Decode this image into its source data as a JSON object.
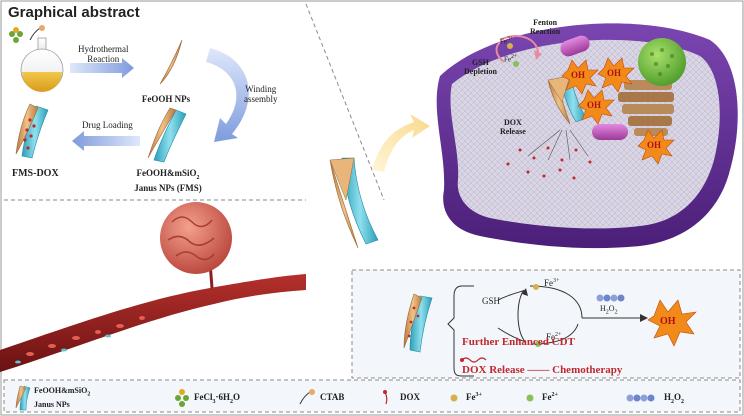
{
  "header": {
    "title": "Graphical abstract"
  },
  "synthesis": {
    "hydrothermal_line1": "Hydrothermal",
    "hydrothermal_line2": "Reaction",
    "feooh": "FeOOH NPs",
    "winding_line1": "Winding",
    "winding_line2": "assembly",
    "drug_loading": "Drug Loading",
    "fms_line1": "FeOOH&mSiO",
    "fms_sub": "2",
    "fms_line2": "Janus NPs (FMS)",
    "fms_dox": "FMS-DOX"
  },
  "cell": {
    "fenton_line1": "Fenton",
    "fenton_line2": "Reaction",
    "gsh_line1": "GSH",
    "gsh_line2": "Depletion",
    "dox_line1": "DOX",
    "dox_line2": "Release",
    "oh": "OH",
    "fe3": "Fe",
    "fe3_sup": "3+",
    "fe2": "Fe",
    "fe2_sup": "2+"
  },
  "mechanism": {
    "gsh": "GSH",
    "fe": "Fe",
    "fe3_sup": "3+",
    "fe2_sup": "2+",
    "h2o2": "H",
    "h2o2_sub1": "2",
    "h2o2_o": "O",
    "h2o2_sub2": "2",
    "oh": "OH",
    "cdt": "Further Enhanced CDT",
    "dox_release": "DOX Release —— Chemotherapy"
  },
  "legend": {
    "janus_line1": "FeOOH&mSiO",
    "janus_sub": "2",
    "janus_line2": "Janus NPs",
    "fecl3": "FeCl",
    "fecl3_sub": "3",
    "fecl3_tail": "·6H",
    "fecl3_sub2": "2",
    "fecl3_o": "O",
    "ctab": "CTAB",
    "dox": "DOX",
    "fe3": "Fe",
    "fe3_sup": "3+",
    "fe2": "Fe",
    "fe2_sup": "2+",
    "h2o2": "H",
    "h2o2_sub1": "2",
    "h2o2_o": "O",
    "h2o2_sub2": "2"
  },
  "colors": {
    "border": "#8a8a8a",
    "panel_bg": "#f3f6fb",
    "cell_membrane": "#5a2a8c",
    "nanorod_gold": "#d9a668",
    "nanorod_cyan": "#5fc3d6",
    "dox_red": "#c0282d",
    "oh_burst": "#f28a1a",
    "vessel": "#8b1e1e",
    "tumor": "#d9695a",
    "arrow_blue": "#8ea9e0"
  }
}
